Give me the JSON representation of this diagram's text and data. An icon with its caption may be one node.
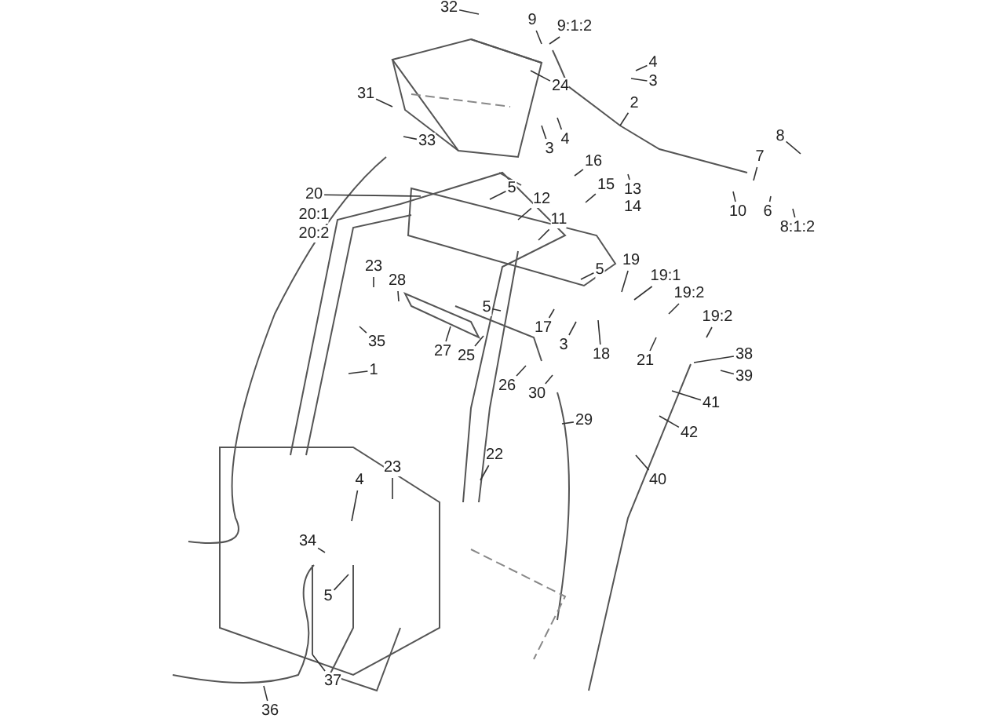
{
  "diagram": {
    "nodes": [
      {
        "text": [
          "32"
        ]
      },
      {
        "text": [
          "9"
        ]
      },
      {
        "text": [
          "9:1:2"
        ]
      },
      {
        "text": [
          "24"
        ]
      },
      {
        "text": [
          "4"
        ]
      },
      {
        "text": [
          "3"
        ]
      },
      {
        "text": [
          "2"
        ]
      },
      {
        "text": [
          "31"
        ]
      },
      {
        "text": [
          "33"
        ]
      },
      {
        "text": [
          "3"
        ]
      },
      {
        "text": [
          "4"
        ]
      },
      {
        "text": [
          "8"
        ]
      },
      {
        "text": [
          "7"
        ]
      },
      {
        "text": [
          "10"
        ]
      },
      {
        "text": [
          "6"
        ]
      },
      {
        "text": [
          "8:1:2"
        ]
      },
      {
        "text": [
          "20"
        ]
      },
      {
        "text": [
          "5"
        ]
      },
      {
        "text": [
          "12"
        ]
      },
      {
        "text": [
          "11"
        ]
      },
      {
        "text": [
          "16"
        ]
      },
      {
        "text": [
          "15"
        ]
      },
      {
        "text": [
          "13"
        ]
      },
      {
        "text": [
          "23"
        ]
      },
      {
        "text": [
          "28"
        ]
      },
      {
        "text": [
          "5"
        ]
      },
      {
        "text": [
          "5"
        ]
      },
      {
        "text": [
          "19"
        ]
      },
      {
        "text": [
          "19:1"
        ]
      },
      {
        "text": [
          "19:2"
        ]
      },
      {
        "text": [
          "19:2"
        ]
      },
      {
        "text": [
          "35"
        ]
      },
      {
        "text": [
          "1"
        ]
      },
      {
        "text": [
          "27"
        ]
      },
      {
        "text": [
          "25"
        ]
      },
      {
        "text": [
          "17"
        ]
      },
      {
        "text": [
          "3"
        ]
      },
      {
        "text": [
          "18"
        ]
      },
      {
        "text": [
          "21"
        ]
      },
      {
        "text": [
          "38"
        ]
      },
      {
        "text": [
          "39"
        ]
      },
      {
        "text": [
          "26"
        ]
      },
      {
        "text": [
          "30"
        ]
      },
      {
        "text": [
          "41"
        ]
      },
      {
        "text": [
          "29"
        ]
      },
      {
        "text": [
          "42"
        ]
      },
      {
        "text": [
          "22"
        ]
      },
      {
        "text": [
          "23"
        ]
      },
      {
        "text": [
          "40"
        ]
      },
      {
        "text": [
          "4"
        ]
      },
      {
        "text": [
          "34"
        ]
      },
      {
        "text": [
          "5"
        ]
      },
      {
        "text": [
          "37"
        ]
      },
      {
        "text": [
          "36"
        ]
      },
      {
        "text": [
          "20:1"
        ]
      },
      {
        "text": [
          "20:2"
        ]
      },
      {
        "text": [
          "14"
        ]
      }
    ],
    "edges": [
      {
        "from": 0,
        "to": null,
        "arrow": "none"
      },
      {
        "from": 1,
        "to": null,
        "arrow": "none"
      },
      {
        "from": 2,
        "to": null,
        "arrow": "none"
      },
      {
        "from": 3,
        "to": null,
        "arrow": "none"
      },
      {
        "from": 4,
        "to": null,
        "arrow": "none"
      },
      {
        "from": 5,
        "to": null,
        "arrow": "none"
      },
      {
        "from": 6,
        "to": null,
        "arrow": "none"
      },
      {
        "from": 7,
        "to": null,
        "arrow": "none"
      },
      {
        "from": 8,
        "to": null,
        "arrow": "none"
      },
      {
        "from": 9,
        "to": null,
        "arrow": "none"
      },
      {
        "from": 10,
        "to": null,
        "arrow": "none"
      },
      {
        "from": 11,
        "to": null,
        "arrow": "none"
      },
      {
        "from": 12,
        "to": null,
        "arrow": "none"
      },
      {
        "from": 13,
        "to": null,
        "arrow": "none"
      },
      {
        "from": 14,
        "to": null,
        "arrow": "none"
      },
      {
        "from": 15,
        "to": null,
        "arrow": "none"
      },
      {
        "from": 16,
        "to": null,
        "arrow": "none"
      },
      {
        "from": 17,
        "to": null,
        "arrow": "none"
      },
      {
        "from": 18,
        "to": null,
        "arrow": "none"
      },
      {
        "from": 19,
        "to": null,
        "arrow": "none"
      },
      {
        "from": 20,
        "to": null,
        "arrow": "none"
      },
      {
        "from": 21,
        "to": null,
        "arrow": "none"
      },
      {
        "from": 22,
        "to": null,
        "arrow": "none"
      },
      {
        "from": 23,
        "to": null,
        "arrow": "none"
      },
      {
        "from": 24,
        "to": null,
        "arrow": "none"
      },
      {
        "from": 25,
        "to": null,
        "arrow": "none"
      },
      {
        "from": 26,
        "to": null,
        "arrow": "none"
      },
      {
        "from": 27,
        "to": null,
        "arrow": "none"
      },
      {
        "from": 28,
        "to": null,
        "arrow": "none"
      },
      {
        "from": 29,
        "to": null,
        "arrow": "none"
      },
      {
        "from": 30,
        "to": null,
        "arrow": "none"
      },
      {
        "from": 31,
        "to": null,
        "arrow": "none"
      },
      {
        "from": 32,
        "to": null,
        "arrow": "none"
      },
      {
        "from": 33,
        "to": null,
        "arrow": "none"
      },
      {
        "from": 34,
        "to": null,
        "arrow": "none"
      },
      {
        "from": 35,
        "to": null,
        "arrow": "none"
      },
      {
        "from": 36,
        "to": null,
        "arrow": "none"
      },
      {
        "from": 37,
        "to": null,
        "arrow": "none"
      },
      {
        "from": 38,
        "to": null,
        "arrow": "none"
      },
      {
        "from": 39,
        "to": null,
        "arrow": "none"
      },
      {
        "from": 40,
        "to": null,
        "arrow": "none"
      },
      {
        "from": 41,
        "to": null,
        "arrow": "none"
      },
      {
        "from": 42,
        "to": null,
        "arrow": "none"
      },
      {
        "from": 43,
        "to": null,
        "arrow": "none"
      },
      {
        "from": 44,
        "to": null,
        "arrow": "none"
      },
      {
        "from": 45,
        "to": null,
        "arrow": "none"
      },
      {
        "from": 46,
        "to": null,
        "arrow": "none"
      },
      {
        "from": 47,
        "to": null,
        "arrow": "none"
      },
      {
        "from": 48,
        "to": null,
        "arrow": "none"
      },
      {
        "from": 49,
        "to": null,
        "arrow": "none"
      },
      {
        "from": 50,
        "to": null,
        "arrow": "none"
      },
      {
        "from": 51,
        "to": null,
        "arrow": "none"
      },
      {
        "from": 52,
        "to": null,
        "arrow": "none"
      },
      {
        "from": 53,
        "to": null,
        "arrow": "none"
      }
    ]
  }
}
